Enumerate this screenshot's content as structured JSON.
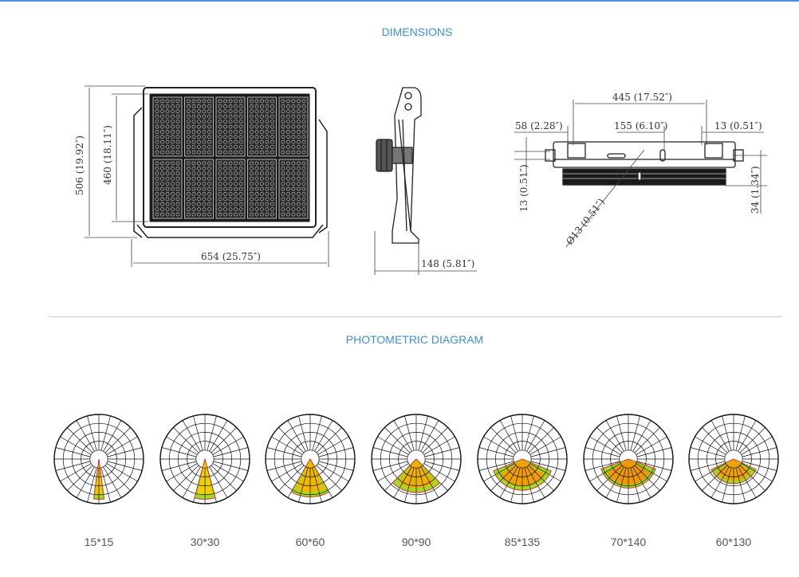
{
  "headings": {
    "dimensions": "DIMENSIONS",
    "photometric": "PHOTOMETRIC DIAGRAM"
  },
  "front_view": {
    "height_total": "506 (19.92″)",
    "height_body": "460 (18.11″)",
    "width": "654 (25.75″)"
  },
  "side_view": {
    "depth": "148 (5.81″)"
  },
  "top_view": {
    "span": "445 (17.52″)",
    "left_offset": "58 (2.28″)",
    "center_slot": "155 (6.10″)",
    "right_offset": "13  (0.51″)",
    "left_height": "13 (0.51″)",
    "right_height": "34 (1.34″)",
    "hole": "Ø13 (0.51″)"
  },
  "photometric": {
    "beams": [
      {
        "label": "15*15",
        "spread": 15,
        "reach": 0.9,
        "tint": "#f0c800"
      },
      {
        "label": "30*30",
        "spread": 30,
        "reach": 0.9,
        "tint": "#f0d000"
      },
      {
        "label": "60*60",
        "spread": 60,
        "reach": 0.85,
        "tint": "#f0b800"
      },
      {
        "label": "90*90",
        "spread": 90,
        "reach": 0.75,
        "tint": "#f0b000"
      },
      {
        "label": "85*135",
        "spread": 135,
        "reach": 0.7,
        "tint": "#f0a000"
      },
      {
        "label": "70*140",
        "spread": 140,
        "reach": 0.65,
        "tint": "#f09800"
      },
      {
        "label": "60*130",
        "spread": 130,
        "reach": 0.55,
        "tint": "#f0a400"
      }
    ]
  }
}
